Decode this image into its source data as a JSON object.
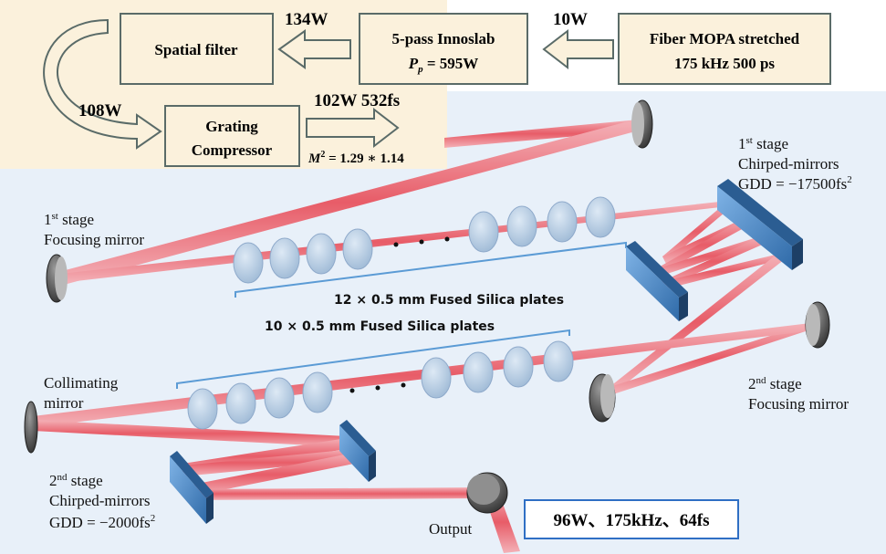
{
  "source": {
    "line1": "Fiber MOPA stretched",
    "line2": "175 kHz  500 ps"
  },
  "innoslab": {
    "line1": "5-pass Innoslab",
    "line2_main": "P",
    "line2_sub": "p",
    "line2_eq": " = 595W"
  },
  "spatial_filter": {
    "label": "Spatial filter"
  },
  "compressor": {
    "line1": "Grating",
    "line2": "Compressor"
  },
  "powers": {
    "after_source": "10W",
    "after_innoslab": "134W",
    "after_filter": "108W",
    "after_compressor": "102W  532fs"
  },
  "beam_quality": {
    "symbol": "M",
    "exponent": "2",
    "value": " = 1.29 ∗ 1.14"
  },
  "stage1": {
    "focusing_line1": "1",
    "focusing_sup": "st",
    "focusing_line1b": " stage",
    "focusing_line2": "Focusing mirror",
    "chirped_line1": "1",
    "chirped_sup": "st",
    "chirped_line1b": " stage",
    "chirped_line2": "Chirped-mirrors",
    "gdd_text": "GDD = −17500fs",
    "gdd_exp": "2",
    "plates": "12 × 0.5 mm Fused Silica plates"
  },
  "stage2": {
    "focusing_line1": "2",
    "focusing_sup": "nd",
    "focusing_line1b": " stage",
    "focusing_line2": "Focusing mirror",
    "chirped_line1": "2",
    "chirped_sup": "nd",
    "chirped_line1b": " stage",
    "chirped_line2": "Chirped-mirrors",
    "gdd_text": "GDD = −2000fs",
    "gdd_exp": "2",
    "plates": "10 × 0.5 mm Fused Silica plates"
  },
  "collimating": {
    "line1": "Collimating",
    "line2": "mirror"
  },
  "output": {
    "label": "Output",
    "result": "96W、175kHz、64fs"
  },
  "colors": {
    "top_bg": "#fbf1dc",
    "main_bg": "#e8f0f9",
    "beam": "#e8434f",
    "plate": "#b8cfe6",
    "mirror": "#3d7ab8",
    "result_border": "#2f6fc4"
  }
}
